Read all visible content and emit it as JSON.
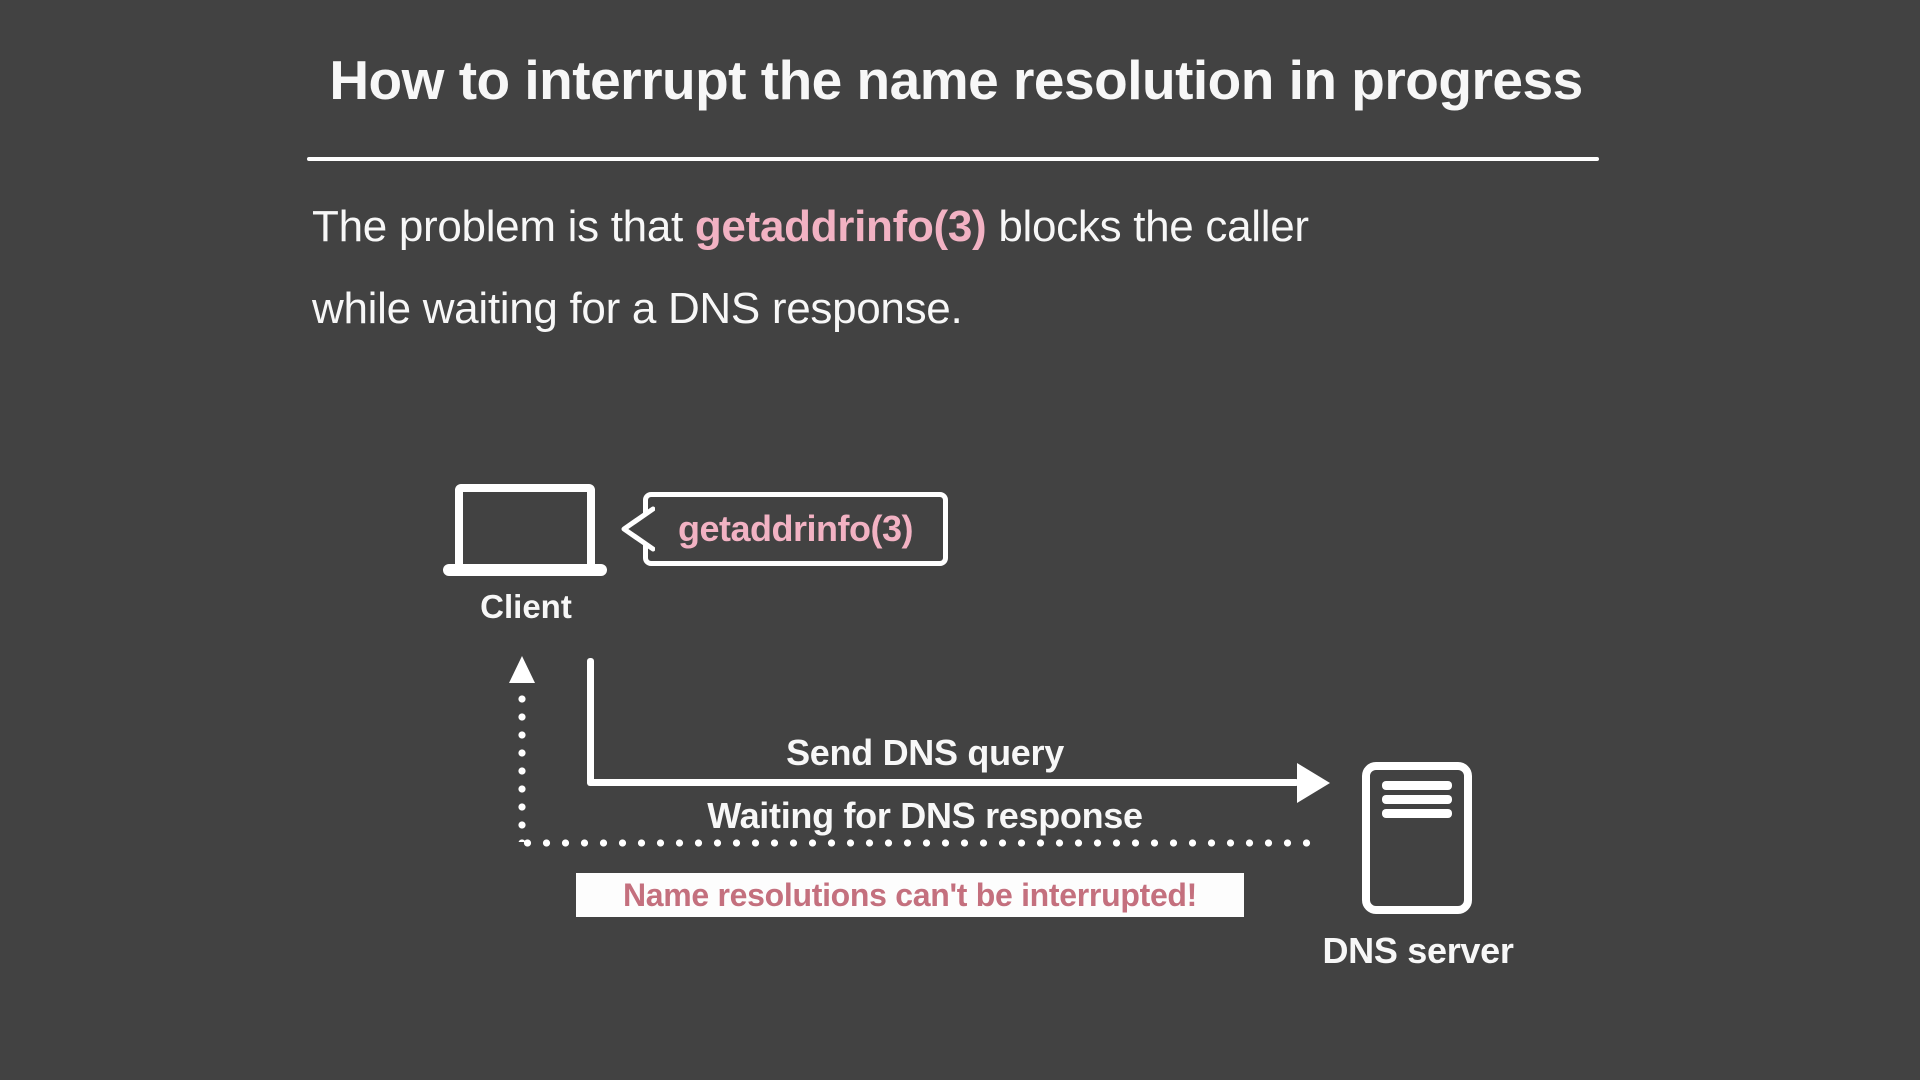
{
  "slide": {
    "title": "How to interrupt the name resolution in progress",
    "paragraph": {
      "line1_prefix": "The problem is that ",
      "highlight": "getaddrinfo(3)",
      "line1_suffix": " blocks the caller",
      "line2": "while waiting for a DNS response."
    },
    "diagram": {
      "client_label": "Client",
      "bubble_text": "getaddrinfo(3)",
      "send_query_label": "Send DNS query",
      "waiting_label": "Waiting for DNS response",
      "interrupt_note": "Name resolutions can't be interrupted!",
      "dns_server_label": "DNS server"
    },
    "colors": {
      "background": "#424242",
      "text_white": "#f7f7f7",
      "shape_white": "#ffffff",
      "accent_pink": "#f2b2c3",
      "note_rose": "#c4707e",
      "note_background": "#fdfdfd"
    }
  }
}
